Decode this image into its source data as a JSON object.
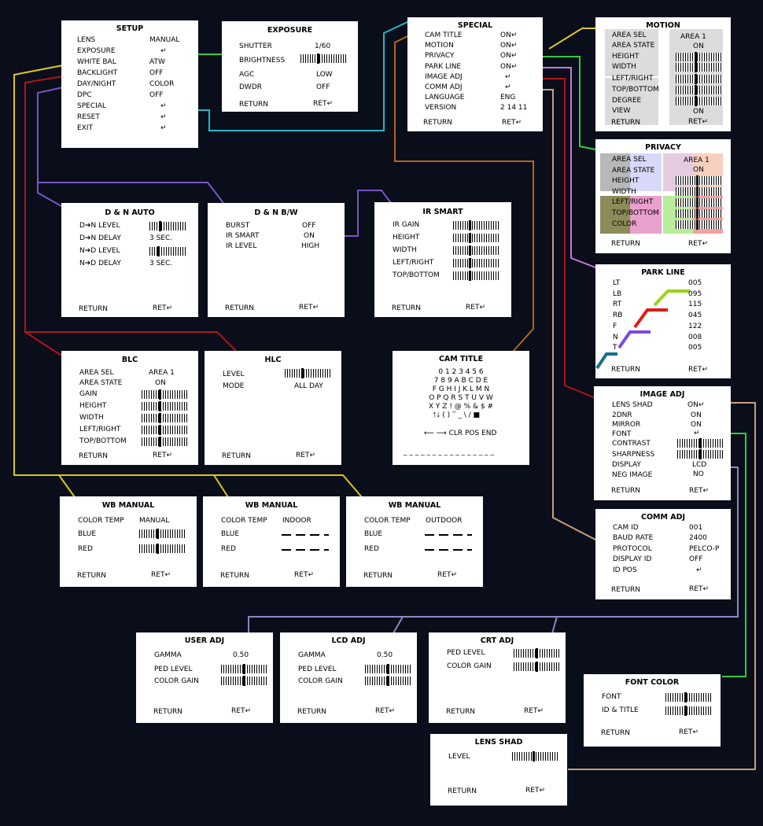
{
  "colors": {
    "background": "#0a0d1a",
    "panel": "#ffffff",
    "wire_cyan": "#26b8c6",
    "wire_green": "#2ecc40",
    "wire_yellow": "#d9c81a",
    "wire_red": "#b0141a",
    "wire_purple": "#7a54c8",
    "wire_orange": "#b5651d",
    "wire_tan": "#c9a07c",
    "wire_violet": "#c77ad8",
    "wire_slate": "#8a8ac0",
    "park_teal": "#1a6e8a",
    "park_purple": "#7a4ae0",
    "park_red": "#e01a1a",
    "park_lime": "#9ad21a"
  },
  "icon_names": {
    "return_arrow": "return-arrow-icon",
    "left_arrow": "left-arrow-icon",
    "right_arrow": "right-arrow-icon",
    "up_arrow": "up-arrow-icon",
    "down_arrow": "down-arrow-icon"
  },
  "common": {
    "ret": "RET",
    "return": "RETURN",
    "on": "ON",
    "off": "OFF"
  },
  "setup": {
    "title": "SETUP",
    "items": [
      {
        "label": "LENS",
        "value": "MANUAL"
      },
      {
        "label": "EXPOSURE",
        "value": ""
      },
      {
        "label": "WHITE BAL",
        "value": "ATW"
      },
      {
        "label": "BACKLIGHT",
        "value": "OFF"
      },
      {
        "label": "DAY/NIGHT",
        "value": "COLOR"
      },
      {
        "label": "DPC",
        "value": "OFF"
      },
      {
        "label": "SPECIAL",
        "value": ""
      },
      {
        "label": "RESET",
        "value": ""
      },
      {
        "label": "EXIT",
        "value": ""
      }
    ]
  },
  "exposure": {
    "title": "EXPOSURE",
    "shutter_label": "SHUTTER",
    "shutter_value": "1/60",
    "brightness_label": "BRIGHTNESS",
    "brightness_level": 0.35,
    "agc_label": "AGC",
    "agc_value": "LOW",
    "dwdr_label": "DWDR",
    "dwdr_value": "OFF"
  },
  "special": {
    "title": "SPECIAL",
    "items": [
      {
        "label": "CAM TITLE",
        "value": "ON"
      },
      {
        "label": "MOTION",
        "value": "ON"
      },
      {
        "label": "PRIVACY",
        "value": "ON"
      },
      {
        "label": "PARK LINE",
        "value": "ON"
      },
      {
        "label": "IMAGE ADJ",
        "value": ""
      },
      {
        "label": "COMM ADJ",
        "value": ""
      },
      {
        "label": "LANGUAGE",
        "value": "ENG"
      },
      {
        "label": "VERSION",
        "value": "2 14 11"
      }
    ]
  },
  "motion": {
    "title": "MOTION",
    "labels": [
      "AREA SEL",
      "AREA STATE",
      "HEIGHT",
      "WIDTH",
      "LEFT/RIGHT",
      "TOP/BOTTOM",
      "DEGREE",
      "VIEW"
    ],
    "area_value": "AREA 1",
    "state_value": "ON",
    "view_value": "ON"
  },
  "privacy": {
    "title": "PRIVACY",
    "labels": [
      "AREA SEL",
      "AREA STATE",
      "HEIGHT",
      "WIDTH",
      "LEFT/RIGHT",
      "TOP/BOTTOM",
      "COLOR"
    ],
    "area_value": "AREA 1",
    "state_value": "ON"
  },
  "dn_auto": {
    "title": "D & N AUTO",
    "rows": [
      {
        "from": "D",
        "to": "N LEVEL",
        "kind": "bar",
        "level": 0.25
      },
      {
        "from": "D",
        "to": "N DELAY",
        "kind": "text",
        "value": "3 SEC."
      },
      {
        "from": "N",
        "to": "D LEVEL",
        "kind": "bar",
        "level": 0.2
      },
      {
        "from": "N",
        "to": "D DELAY",
        "kind": "text",
        "value": "3 SEC."
      }
    ]
  },
  "dn_bw": {
    "title": "D & N   B/W",
    "burst_label": "BURST",
    "burst_value": "OFF",
    "irsmart_label": "IR SMART",
    "irsmart_value": "ON",
    "irlevel_label": "IR LEVEL",
    "irlevel_value": "HIGH"
  },
  "ir_smart": {
    "title": "IR SMART",
    "labels": [
      "IR GAIN",
      "HEIGHT",
      "WIDTH",
      "LEFT/RIGHT",
      "TOP/BOTTOM"
    ]
  },
  "blc": {
    "title": "BLC",
    "area_label": "AREA SEL",
    "area_value": "AREA 1",
    "state_label": "AREA STATE",
    "state_value": "ON",
    "bar_labels": [
      "GAIN",
      "HEIGHT",
      "WIDTH",
      "LEFT/RIGHT",
      "TOP/BOTTOM"
    ]
  },
  "hlc": {
    "title": "HLC",
    "level_label": "LEVEL",
    "level_level": 0.35,
    "mode_label": "MODE",
    "mode_value": "ALL DAY"
  },
  "cam_title": {
    "title": "CAM TITLE",
    "rows": [
      "0 1 2 3 4 5 6",
      "7 8 9 A B C D E",
      "F G H I J K L M N",
      "O P Q R S T U V W",
      "X Y Z ! @ % & $ #"
    ],
    "symbols": "( ) ‾ _ \\ /",
    "nav": "CLR  POS  END",
    "underline": "_ _ _ _ _ _ _ _ _ _ _ _ _ _ _ _"
  },
  "park_line": {
    "title": "PARK LINE",
    "items": [
      {
        "label": "LT",
        "value": "005"
      },
      {
        "label": "LB",
        "value": "095"
      },
      {
        "label": "RT",
        "value": "115"
      },
      {
        "label": "RB",
        "value": "045"
      },
      {
        "label": "F",
        "value": "122"
      },
      {
        "label": "N",
        "value": "008"
      },
      {
        "label": "T",
        "value": "005"
      }
    ]
  },
  "image_adj": {
    "title": "IMAGE ADJ",
    "lens_shad": "LENS SHAD",
    "lens_shad_value": "ON",
    "dnr": "2DNR",
    "dnr_value": "ON",
    "mirror": "MIRROR",
    "mirror_value": "ON",
    "font": "FONT",
    "contrast": "CONTRAST",
    "sharpness": "SHARPNESS",
    "display": "DISPLAY",
    "display_value": "LCD",
    "neg_image": "NEG IMAGE",
    "neg_image_value": "NO"
  },
  "comm_adj": {
    "title": "COMM ADJ",
    "items": [
      {
        "label": "CAM ID",
        "value": "001"
      },
      {
        "label": "BAUD RATE",
        "value": "2400"
      },
      {
        "label": "PROTOCOL",
        "value": "PELCO-P"
      },
      {
        "label": "DISPLAY ID",
        "value": "OFF"
      },
      {
        "label": "ID POS",
        "value": ""
      }
    ]
  },
  "wb_manual": [
    {
      "title": "WB MANUAL",
      "color_temp_label": "COLOR TEMP",
      "color_temp_value": "MANUAL",
      "blue": "BLUE",
      "red": "RED",
      "mode": "bars"
    },
    {
      "title": "WB MANUAL",
      "color_temp_label": "COLOR TEMP",
      "color_temp_value": "INDOOR",
      "blue": "BLUE",
      "red": "RED",
      "mode": "dashes"
    },
    {
      "title": "WB MANUAL",
      "color_temp_label": "COLOR TEMP",
      "color_temp_value": "OUTDOOR",
      "blue": "BLUE",
      "red": "RED",
      "mode": "dashes"
    }
  ],
  "user_adj": {
    "title": "USER ADJ",
    "gamma_label": "GAMMA",
    "gamma_value": "0.50",
    "ped_label": "PED LEVEL",
    "gain_label": "COLOR GAIN"
  },
  "lcd_adj": {
    "title": "LCD ADJ",
    "gamma_label": "GAMMA",
    "gamma_value": "0.50",
    "ped_label": "PED LEVEL",
    "gain_label": "COLOR GAIN"
  },
  "crt_adj": {
    "title": "CRT ADJ",
    "ped_label": "PED LEVEL",
    "gain_label": "COLOR GAIN"
  },
  "font_color": {
    "title": "FONT COLOR",
    "font_label": "FONT",
    "idtitle_label": "ID & TITLE"
  },
  "lens_shad": {
    "title": "LENS SHAD",
    "level_label": "LEVEL"
  }
}
